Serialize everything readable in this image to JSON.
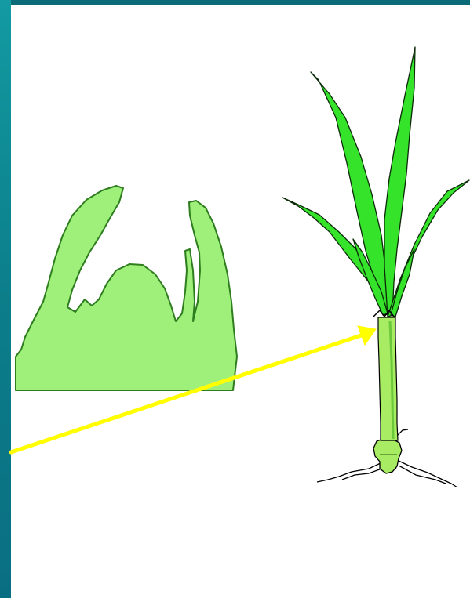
{
  "diagram": {
    "subject": "",
    "colors": {
      "teal_frame": "#0c7f8b",
      "meristem_fill": "#9ef07a",
      "meristem_outline": "#2e7d1e",
      "leaf_fill": "#35e32b",
      "leaf_outline": "#0b2a08",
      "stem_fill": "#a7ec62",
      "stem_shade": "#69c93a",
      "arrow": "#ffff00",
      "root": "#000000"
    },
    "icons": [
      "growing-point-shape",
      "corn-seedling",
      "pointer-arrow"
    ]
  }
}
